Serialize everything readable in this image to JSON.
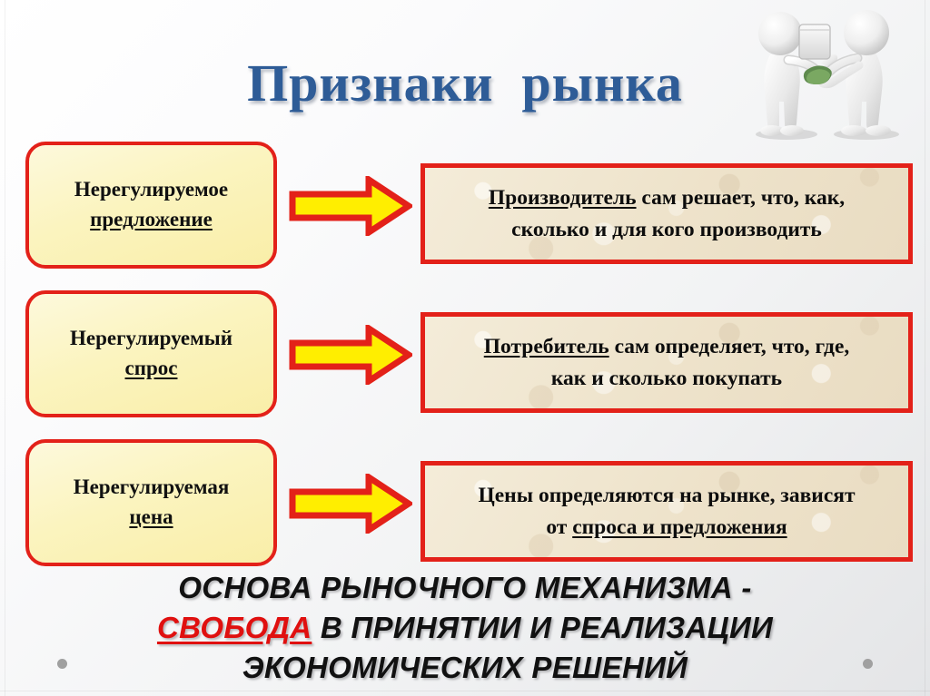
{
  "slide": {
    "title": "Признаки  рынка",
    "title_color": "#2e5c97",
    "background": "light-gray-gradient",
    "accent_red": "#e32119",
    "accent_yellow": "#ffee00",
    "left_box_fill": "#fbf4bf",
    "right_box_fill": "#efe4cc"
  },
  "illustration": {
    "name": "two-3d-figures-exchanging-goods-and-money",
    "items": [
      "figure-left",
      "figure-right",
      "box-package",
      "money-bundle"
    ]
  },
  "rows": [
    {
      "left": {
        "line1": "Нерегулируемое",
        "line2": "предложение",
        "line2_underlined": true
      },
      "arrow": "right-arrow",
      "right": {
        "line1_underlined": "Производитель",
        "line1_rest": "  сам решает, что, как,",
        "line2": "сколько и для кого производить"
      }
    },
    {
      "left": {
        "line1": "Нерегулируемый",
        "line2": "спрос",
        "line2_underlined": true
      },
      "arrow": "right-arrow",
      "right": {
        "line1_underlined": "Потребитель",
        "line1_rest": " сам определяет, что, где,",
        "line2": "как и сколько покупать"
      }
    },
    {
      "left": {
        "line1": "Нерегулируемая",
        "line2": "цена",
        "line2_underlined": true
      },
      "arrow": "right-arrow",
      "right": {
        "line1_plain": "Цены определяются на рынке, зависят",
        "line2_prefix": "от ",
        "line2_underlined": "спроса и предложения"
      }
    }
  ],
  "bottom": {
    "line1": "ОСНОВА РЫНОЧНОГО МЕХАНИЗМА -",
    "line2_highlight": "СВОБОДА",
    "line2_rest": " В ПРИНЯТИИ И РЕАЛИЗАЦИИ",
    "line3": "ЭКОНОМИЧЕСКИХ РЕШЕНИЙ",
    "highlight_color": "#e0100f"
  }
}
